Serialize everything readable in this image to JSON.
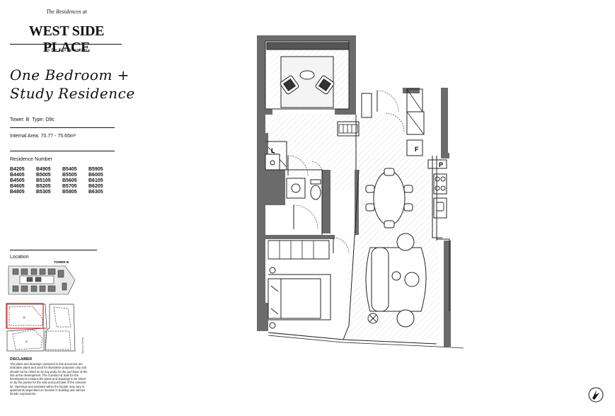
{
  "header": {
    "kicker": "The Residences at",
    "brand": "WEST SIDE PLACE",
    "byline": "by Far East Consortium"
  },
  "residence": {
    "title_line1": "One Bedroom +",
    "title_line2": "Study Residence",
    "tower_label": "Tower:",
    "tower_value": "B",
    "type_label": "Type:",
    "type_value": "O9c",
    "area_label": "Internal Area:",
    "area_value": "70.77 - 75.65m²",
    "numbers_heading": "Residence Number",
    "numbers": [
      "B4205",
      "B4905",
      "B5405",
      "B5905",
      "B4405",
      "B5005",
      "B5505",
      "B6005",
      "B4505",
      "B5105",
      "B5605",
      "B6105",
      "B4605",
      "B5205",
      "B5705",
      "B6205",
      "B4805",
      "B5305",
      "B5805",
      "B6305"
    ]
  },
  "location": {
    "heading": "Location",
    "tower_tag": "TOWER B",
    "marker_b": "B",
    "marker_a": "A",
    "street": "Spencer Street"
  },
  "disclaimer": {
    "heading": "DISCLAIMER",
    "text": "The plans and drawings contained in this document are indicative plans and used for illustrative purposes only and should not be relied on by any party for the purchase of the lots at the development. The Contract of Sale for the development contains the plans and drawings to be relied on by the parties for the sale and purchase of the relevant lot. Openings and windows within the facade may vary in apartments dependant on location in building and various facade expressions."
  },
  "plan_labels": {
    "linen": "L",
    "fridge": "F",
    "pantry": "P"
  },
  "colors": {
    "wall": "#6b6b6b",
    "line": "#222222",
    "accent": "#e03030"
  }
}
